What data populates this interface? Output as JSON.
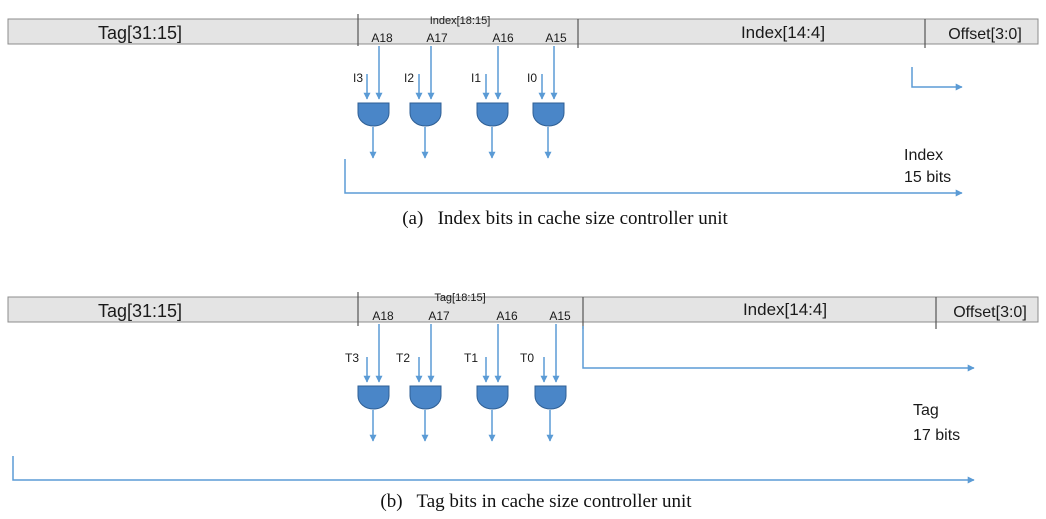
{
  "colors": {
    "register_fill": "#e4e4e4",
    "wire": "#5b9bd5",
    "gate": "#4a86c8"
  },
  "panel_a": {
    "tag_field": "Tag[31:15]",
    "mid_field_title": "Index[18:15]",
    "bits": [
      "A18",
      "A17",
      "A16",
      "A15"
    ],
    "controls": [
      "I3",
      "I2",
      "I1",
      "I0"
    ],
    "index_field": "Index[14:4]",
    "offset_field": "Offset[3:0]",
    "note_line1": "Index",
    "note_line2": "15 bits",
    "caption": "(a)   Index bits in cache size controller unit"
  },
  "panel_b": {
    "tag_field": "Tag[31:15]",
    "mid_field_title": "Tag[18:15]",
    "bits": [
      "A18",
      "A17",
      "A16",
      "A15"
    ],
    "controls": [
      "T3",
      "T2",
      "T1",
      "T0"
    ],
    "index_field": "Index[14:4]",
    "offset_field": "Offset[3:0]",
    "note_line1": "Tag",
    "note_line2": "17 bits",
    "caption": "(b)   Tag bits in cache size controller unit"
  }
}
